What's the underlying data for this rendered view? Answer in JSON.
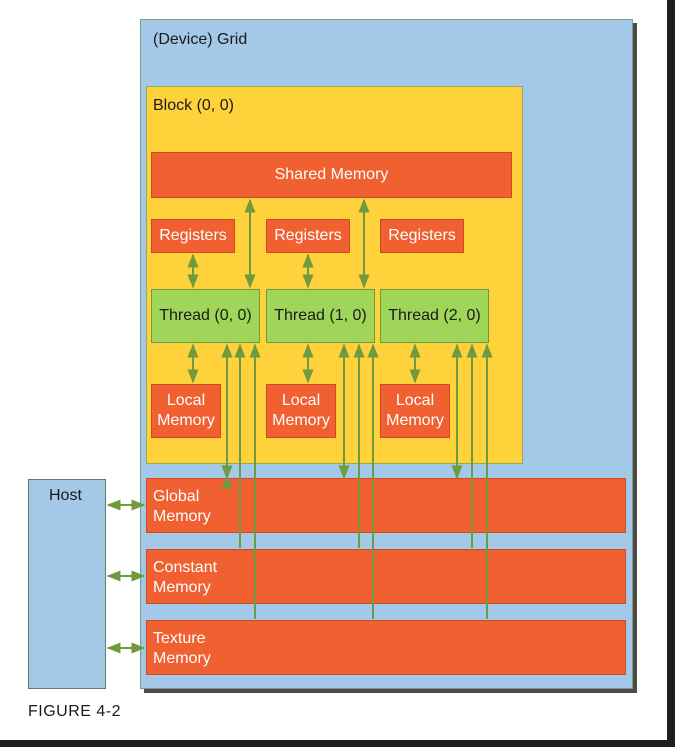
{
  "grid_label": "(Device) Grid",
  "block_label": "Block (0, 0)",
  "shared_memory": "Shared Memory",
  "registers": [
    "Registers",
    "Registers",
    "Registers"
  ],
  "threads": [
    "Thread (0, 0)",
    "Thread (1, 0)",
    "Thread (2, 0)"
  ],
  "local_memory": [
    "Local\nMemory",
    "Local\nMemory",
    "Local\nMemory"
  ],
  "host": "Host",
  "global_memory": "Global\nMemory",
  "constant_memory": "Constant\nMemory",
  "texture_memory": "Texture\nMemory",
  "figure_caption": "FIGURE 4-2",
  "colors": {
    "grid": "#a3c8e8",
    "block": "#ffd13a",
    "memory": "#f06030",
    "thread": "#9fd65a",
    "arrow": "#6f9a3f"
  }
}
